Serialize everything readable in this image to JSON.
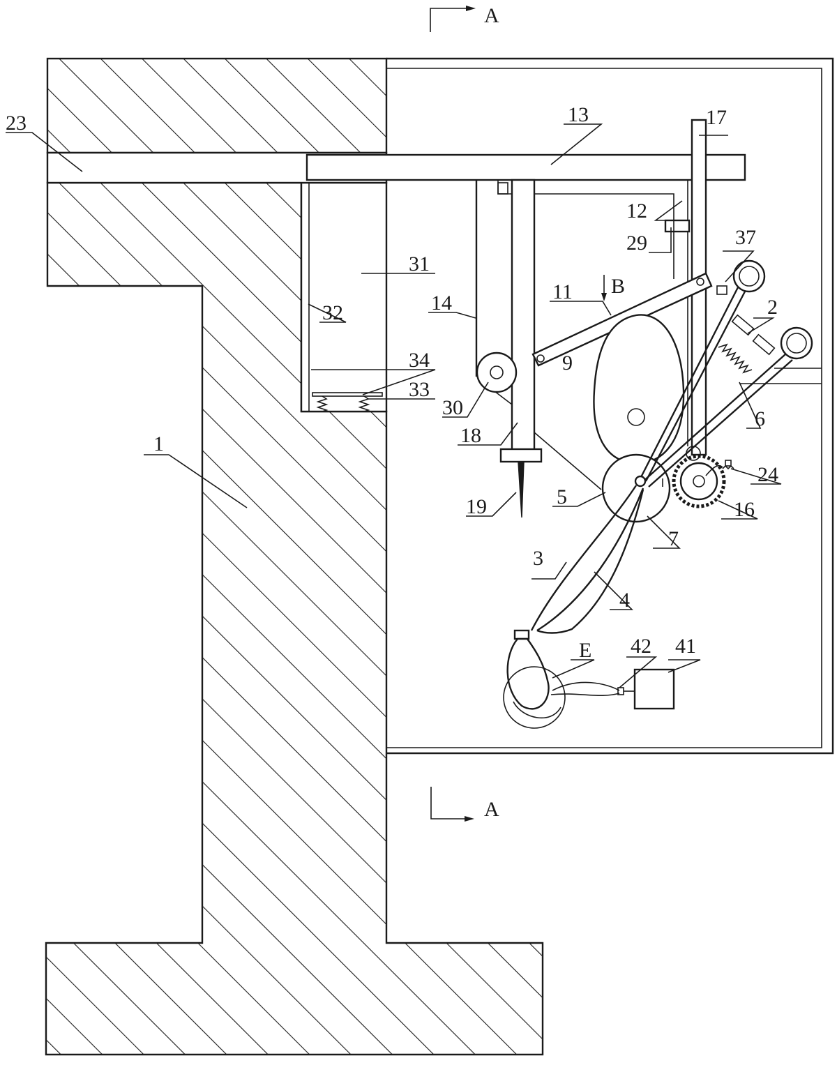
{
  "section_marks": {
    "top": "A",
    "bottom": "A",
    "view_arrow": "B"
  },
  "labels": {
    "l1": "1",
    "l2": "2",
    "l3": "3",
    "l4": "4",
    "l5": "5",
    "l6": "6",
    "l7": "7",
    "l9": "9",
    "l11": "11",
    "l12": "12",
    "l13": "13",
    "l14": "14",
    "l16": "16",
    "l17": "17",
    "l18": "18",
    "l19": "19",
    "l23": "23",
    "l24": "24",
    "l29": "29",
    "l30": "30",
    "l31": "31",
    "l32": "32",
    "l33": "33",
    "l34": "34",
    "l37": "37",
    "l41": "41",
    "l42": "42",
    "lE": "E"
  }
}
